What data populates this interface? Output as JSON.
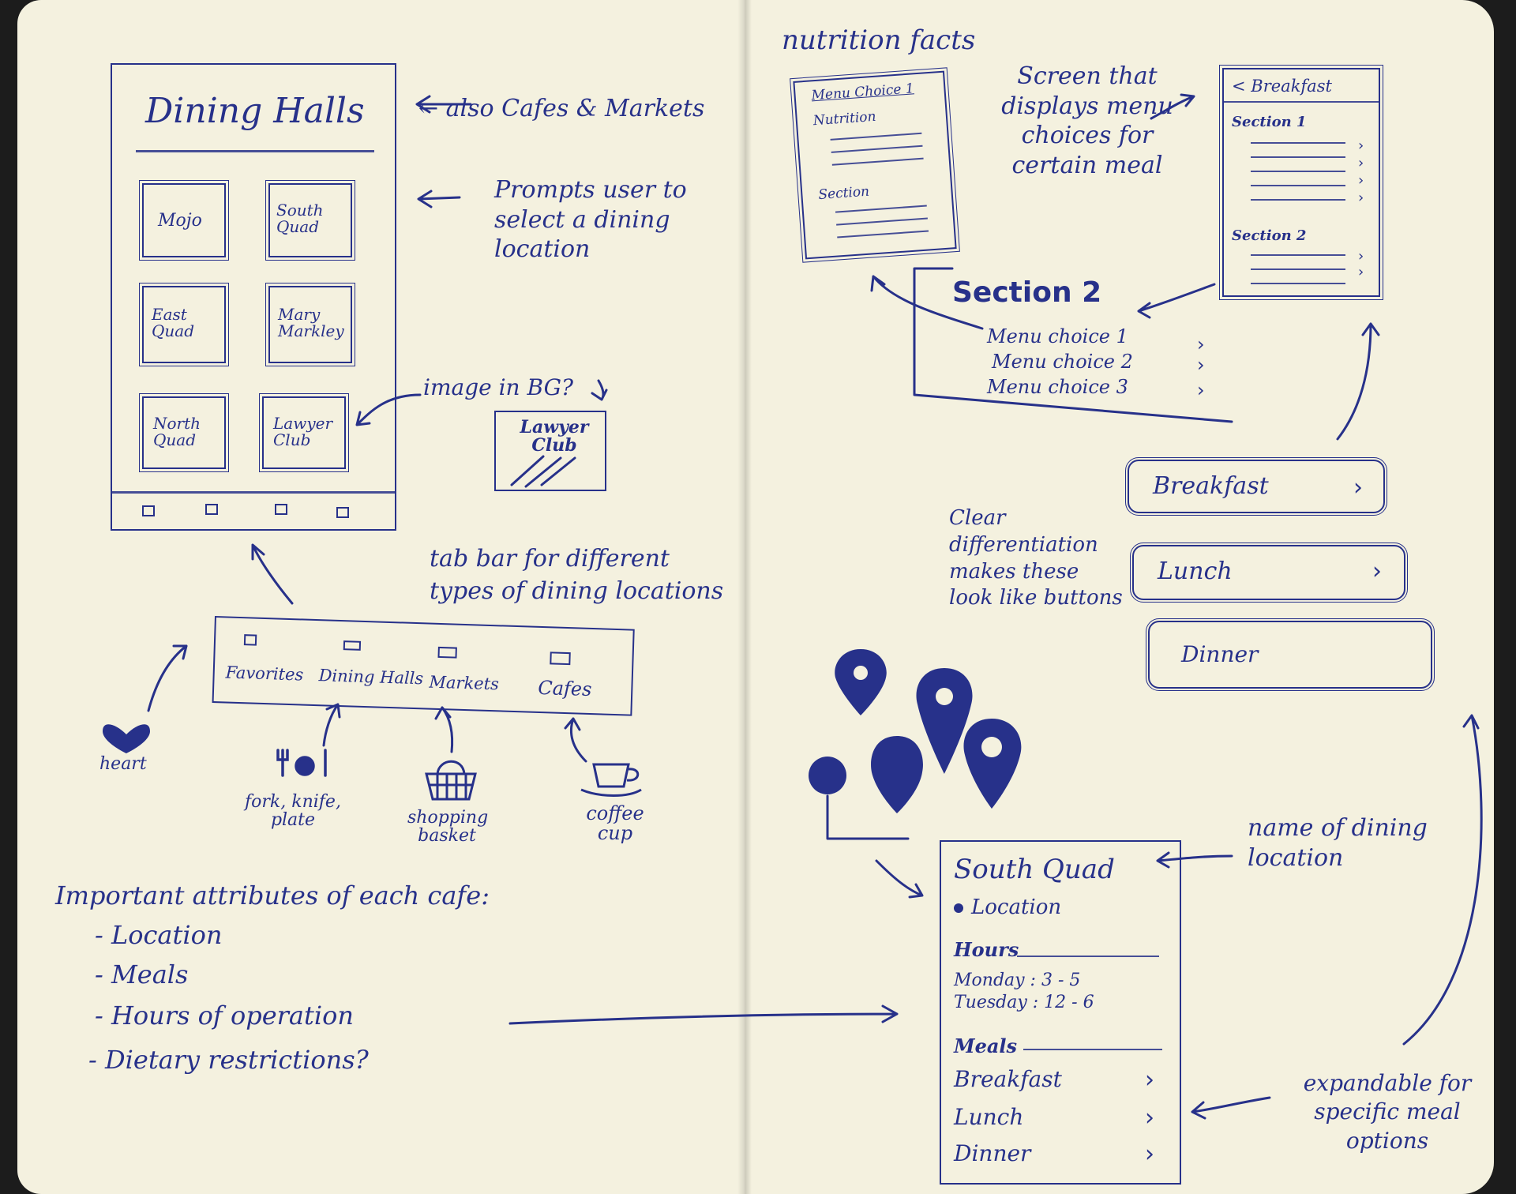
{
  "phone_main": {
    "title": "Dining Halls",
    "locations": [
      "Mojo",
      "South Quad",
      "East Quad",
      "Mary Markley",
      "North Quad",
      "Lawyer Club"
    ]
  },
  "notes_left": {
    "also": "← also Cafes & Markets",
    "prompt": "Prompts user to select a dining location",
    "image_bg": "image in BG?",
    "image_demo": "Lawyer Club",
    "tab_bar_note": "tab bar for different types of dining locations",
    "heart": "heart",
    "fork": "fork, knife, plate",
    "basket": "shopping basket",
    "coffee": "coffee cup"
  },
  "tab_bar": {
    "tabs": [
      "Favorites",
      "Dining Halls",
      "Markets",
      "Cafes"
    ]
  },
  "attributes": {
    "heading": "Important attributes of each cafe:",
    "items": [
      "- Location",
      "- Meals",
      "- Hours of operation",
      "- Dietary restrictions?"
    ]
  },
  "nutrition": {
    "title": "nutrition facts",
    "choice": "Menu Choice 1",
    "nutrition_label": "Nutrition",
    "section": "Section"
  },
  "screen_note": "Screen that displays menu choices for certain meal",
  "breakfast_screen": {
    "title": "< Breakfast",
    "section1": "Section 1",
    "section2": "Section 2"
  },
  "section2_detail": {
    "title": "Section 2",
    "choices": [
      "Menu choice 1",
      "Menu choice 2",
      "Menu choice 3"
    ]
  },
  "meal_buttons": [
    "Breakfast",
    "Lunch",
    "Dinner"
  ],
  "clear_note": "Clear differentiation makes these look like buttons",
  "detail": {
    "name": "South Quad",
    "location": "Location",
    "hours_label": "Hours",
    "hours": [
      "Monday : 3 - 5",
      "Tuesday : 12 - 6"
    ],
    "meals_label": "Meals",
    "meals": [
      "Breakfast",
      "Lunch",
      "Dinner"
    ]
  },
  "name_note": "name of dining location",
  "expand_note": "expandable for specific meal options",
  "ink_color": "#27318a",
  "paper_color": "#f4f1df"
}
